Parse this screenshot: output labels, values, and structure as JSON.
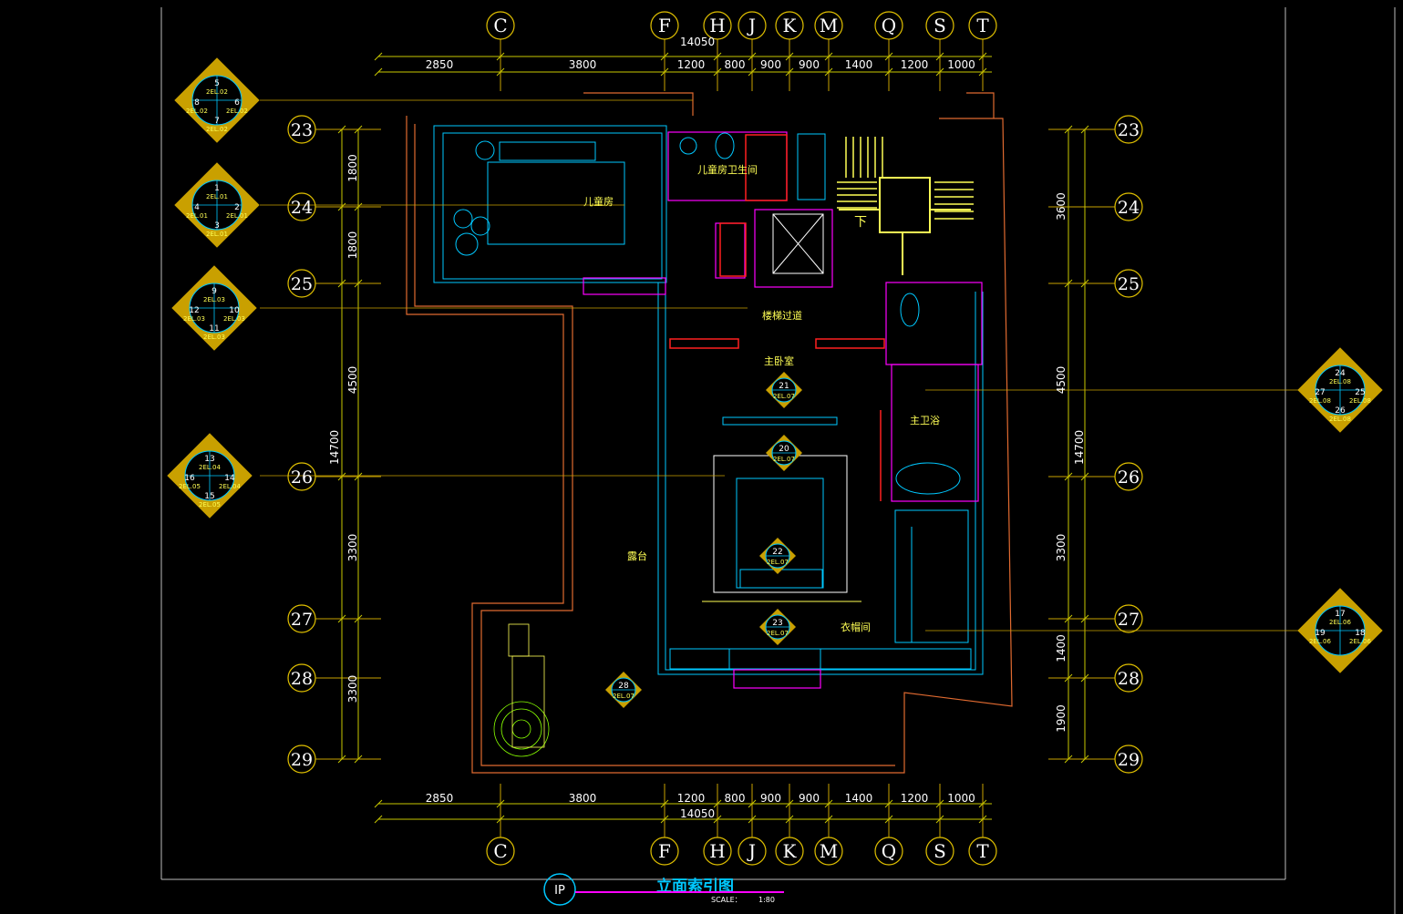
{
  "drawing": {
    "title": "立面索引图",
    "scale_label": "SCALE：",
    "scale_value": "1:80",
    "plan_tag": "IP"
  },
  "axes": {
    "columns": [
      "C",
      "F",
      "H",
      "J",
      "K",
      "M",
      "Q",
      "S",
      "T"
    ],
    "rows": [
      "23",
      "24",
      "25",
      "26",
      "27",
      "28",
      "29"
    ],
    "total_width": "14050",
    "total_height": "14700"
  },
  "dimensions": {
    "horizontal": [
      "2850",
      "3800",
      "1200",
      "800",
      "900",
      "900",
      "1400",
      "1200",
      "1000"
    ],
    "vertical_left": [
      "1800",
      "1800",
      "4500",
      "3300",
      "3300"
    ],
    "vertical_right": [
      "3600",
      "4500",
      "3300",
      "1400",
      "1900"
    ]
  },
  "rooms": {
    "kids_room": "儿童房",
    "kids_bath": "儿童房卫生间",
    "stair_passage": "楼梯过道",
    "master_bedroom": "主卧室",
    "master_bath": "主卫浴",
    "terrace": "露台",
    "closet": "衣帽间",
    "stair_down": "下"
  },
  "index_symbols": [
    {
      "top": "5",
      "left": "8",
      "right": "6",
      "bottom": "7",
      "ref_top": "2EL.02",
      "ref_left": "2EL.02",
      "ref_right": "2EL.02",
      "ref_bottom": "2EL.02"
    },
    {
      "top": "1",
      "left": "4",
      "right": "2",
      "bottom": "3",
      "ref_top": "2EL.01",
      "ref_left": "2EL.01",
      "ref_right": "2EL.01",
      "ref_bottom": "2EL.01"
    },
    {
      "top": "9",
      "left": "12",
      "right": "10",
      "bottom": "11",
      "ref_top": "2EL.03",
      "ref_left": "2EL.03",
      "ref_right": "2EL.03",
      "ref_bottom": "2EL.03"
    },
    {
      "top": "13",
      "left": "16",
      "right": "14",
      "bottom": "15",
      "ref_top": "2EL.04",
      "ref_left": "2EL.05",
      "ref_right": "2EL.04",
      "ref_bottom": "2EL.05"
    },
    {
      "top": "24",
      "left": "27",
      "right": "25",
      "bottom": "26",
      "ref_top": "2EL.08",
      "ref_left": "2EL.08",
      "ref_right": "2EL.08",
      "ref_bottom": "2EL.08"
    },
    {
      "top": "17",
      "left": "19",
      "right": "18",
      "bottom": "",
      "ref_top": "2EL.06",
      "ref_left": "2EL.06",
      "ref_right": "2EL.06",
      "ref_bottom": ""
    }
  ],
  "single_marks": [
    {
      "num": "21",
      "ref": "2EL.07"
    },
    {
      "num": "20",
      "ref": "2EL.07"
    },
    {
      "num": "22",
      "ref": "2EL.07"
    },
    {
      "num": "23",
      "ref": "2EL.07"
    },
    {
      "num": "28",
      "ref": "2EL.07"
    }
  ]
}
